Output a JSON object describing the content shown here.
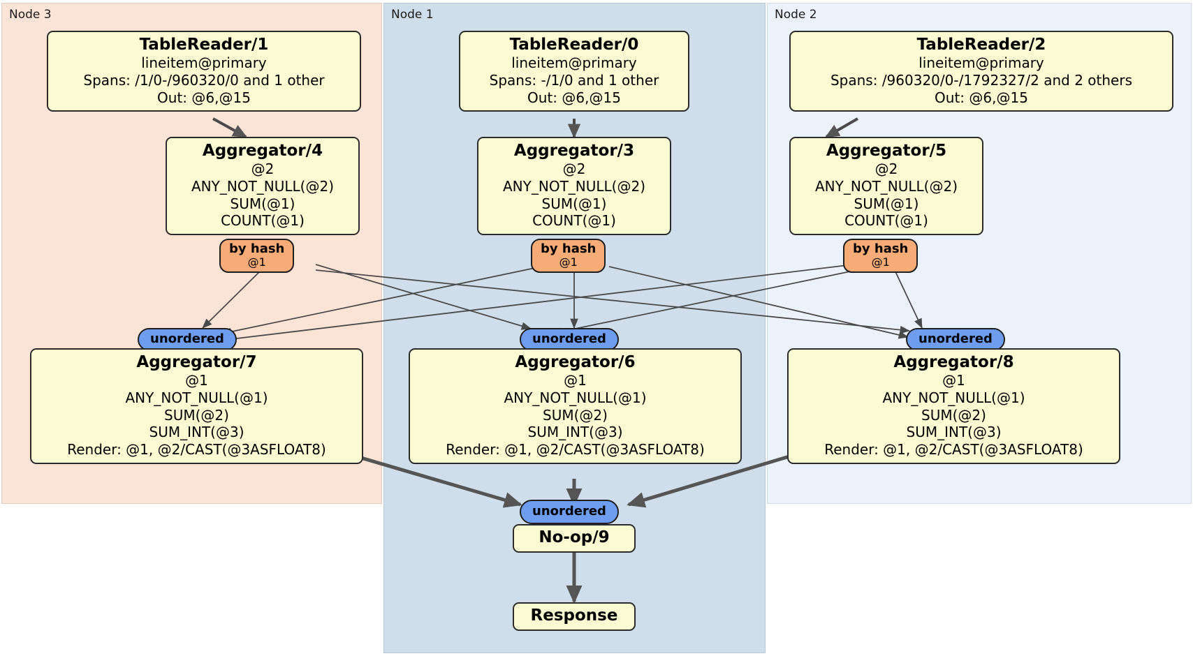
{
  "diagram": {
    "kind": "distsql-physical-plan",
    "colors": {
      "node3_panel": "#fbe3d6",
      "node1_panel": "#cfdeea",
      "node2_panel": "#ecf2fb",
      "processor_fill": "#fbfbd3",
      "processor_border": "#2b2b2b",
      "hash_router_fill": "#f7ab77",
      "synchronizer_fill": "#6e9def",
      "edge_thin": "#4a4a4a",
      "edge_thick": "#555555"
    }
  },
  "nodes": [
    {
      "id": "node3",
      "label": "Node 3"
    },
    {
      "id": "node1",
      "label": "Node 1"
    },
    {
      "id": "node2",
      "label": "Node 2"
    }
  ],
  "processors": {
    "table_reader_1": {
      "title": "TableReader/1",
      "lines": [
        "lineitem@primary",
        "Spans: /1/0-/960320/0 and 1 other",
        "Out: @6,@15"
      ]
    },
    "table_reader_0": {
      "title": "TableReader/0",
      "lines": [
        "lineitem@primary",
        "Spans: -/1/0 and 1 other",
        "Out: @6,@15"
      ]
    },
    "table_reader_2": {
      "title": "TableReader/2",
      "lines": [
        "lineitem@primary",
        "Spans: /960320/0-/1792327/2 and 2 others",
        "Out: @6,@15"
      ]
    },
    "aggregator_4": {
      "title": "Aggregator/4",
      "lines": [
        "@2",
        "ANY_NOT_NULL(@2)",
        "SUM(@1)",
        "COUNT(@1)"
      ]
    },
    "aggregator_3": {
      "title": "Aggregator/3",
      "lines": [
        "@2",
        "ANY_NOT_NULL(@2)",
        "SUM(@1)",
        "COUNT(@1)"
      ]
    },
    "aggregator_5": {
      "title": "Aggregator/5",
      "lines": [
        "@2",
        "ANY_NOT_NULL(@2)",
        "SUM(@1)",
        "COUNT(@1)"
      ]
    },
    "aggregator_7": {
      "title": "Aggregator/7",
      "lines": [
        "@1",
        "ANY_NOT_NULL(@1)",
        "SUM(@2)",
        "SUM_INT(@3)",
        "Render: @1, @2/CAST(@3ASFLOAT8)"
      ]
    },
    "aggregator_6": {
      "title": "Aggregator/6",
      "lines": [
        "@1",
        "ANY_NOT_NULL(@1)",
        "SUM(@2)",
        "SUM_INT(@3)",
        "Render: @1, @2/CAST(@3ASFLOAT8)"
      ]
    },
    "aggregator_8": {
      "title": "Aggregator/8",
      "lines": [
        "@1",
        "ANY_NOT_NULL(@1)",
        "SUM(@2)",
        "SUM_INT(@3)",
        "Render: @1, @2/CAST(@3ASFLOAT8)"
      ]
    },
    "noop_9": {
      "title": "No-op/9",
      "lines": []
    },
    "response": {
      "title": "Response",
      "lines": []
    }
  },
  "routers": {
    "hash_4": {
      "title": "by hash",
      "sub": "@1"
    },
    "hash_3": {
      "title": "by hash",
      "sub": "@1"
    },
    "hash_5": {
      "title": "by hash",
      "sub": "@1"
    }
  },
  "synchronizers": {
    "sync_7": {
      "title": "unordered"
    },
    "sync_6": {
      "title": "unordered"
    },
    "sync_8": {
      "title": "unordered"
    },
    "sync_9": {
      "title": "unordered"
    }
  }
}
